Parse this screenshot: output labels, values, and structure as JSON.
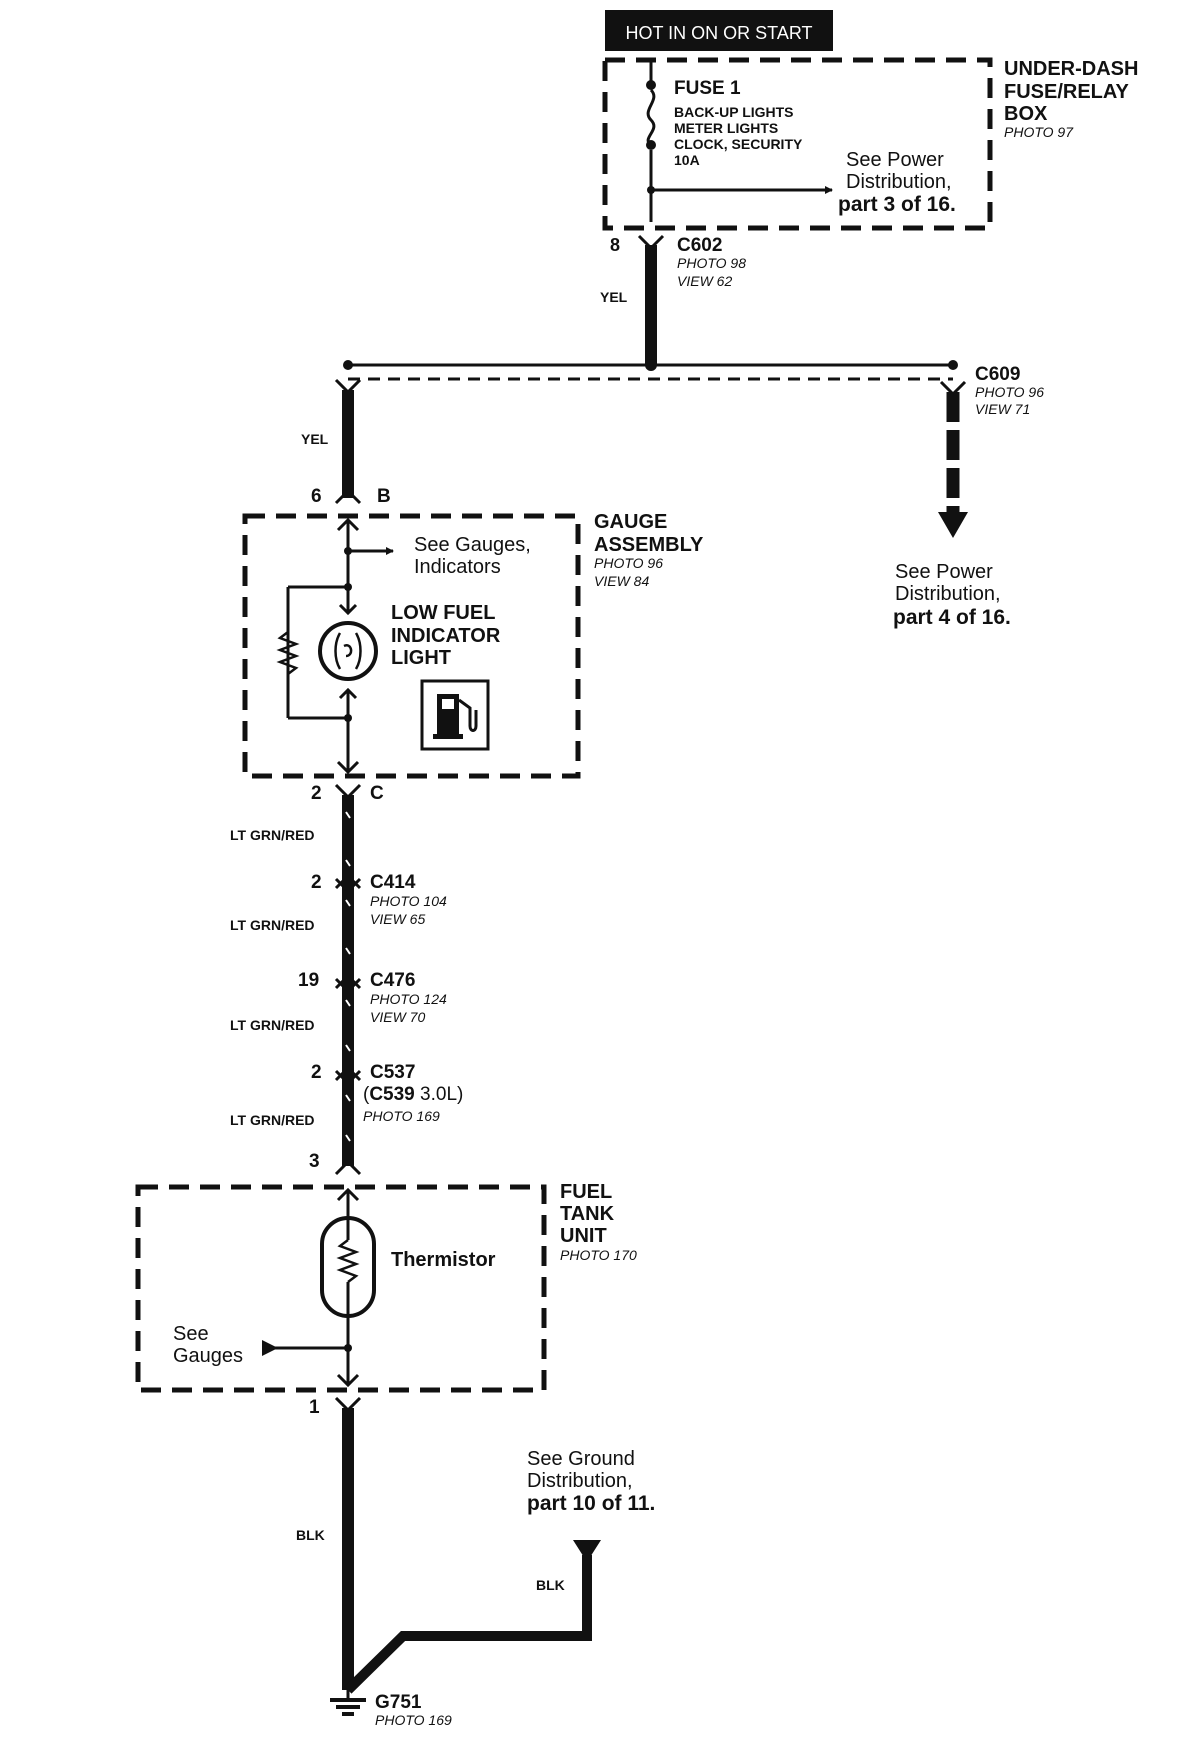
{
  "header": {
    "label": "HOT IN ON OR START"
  },
  "fuse_box": {
    "title": [
      "UNDER-DASH",
      "FUSE/RELAY",
      "BOX"
    ],
    "photo": "PHOTO 97",
    "fuse": {
      "name": "FUSE 1",
      "lines": [
        "BACK-UP LIGHTS",
        "METER LIGHTS",
        "CLOCK, SECURITY",
        "10A"
      ]
    },
    "see_ref": [
      "See Power",
      "Distribution,",
      "part 3 of 16."
    ]
  },
  "connectors": {
    "c602": {
      "pin": "8",
      "name": "C602",
      "photo": "PHOTO 98",
      "view": "VIEW 62"
    },
    "c609": {
      "name": "C609",
      "photo": "PHOTO 96",
      "view": "VIEW 71"
    },
    "c414": {
      "pin": "2",
      "name": "C414",
      "photo": "PHOTO 104",
      "view": "VIEW 65"
    },
    "c476": {
      "pin": "19",
      "name": "C476",
      "photo": "PHOTO 124",
      "view": "VIEW 70"
    },
    "c537": {
      "pin": "2",
      "name": "C537",
      "alt_prefix": "(",
      "alt_name": "C539",
      "alt_suffix": " 3.0L)",
      "photo": "PHOTO 169"
    }
  },
  "wires": {
    "yel_1": "YEL",
    "yel_2": "YEL",
    "ltgrn_1": "LT GRN/RED",
    "ltgrn_2": "LT GRN/RED",
    "ltgrn_3": "LT GRN/RED",
    "ltgrn_4": "LT GRN/RED",
    "blk_1": "BLK",
    "blk_2": "BLK"
  },
  "power_ref_4": [
    "See Power",
    "Distribution,",
    "part 4 of 16."
  ],
  "gauge_assembly": {
    "title": [
      "GAUGE",
      "ASSEMBLY"
    ],
    "photo": "PHOTO 96",
    "view": "VIEW 84",
    "pin_top_num": "6",
    "pin_top_letter": "B",
    "pin_bottom_num": "2",
    "pin_bottom_letter": "C",
    "see_ref": [
      "See Gauges,",
      "Indicators"
    ],
    "light_label": [
      "LOW FUEL",
      "INDICATOR",
      "LIGHT"
    ],
    "icon": "fuel-pump-icon"
  },
  "fuel_tank_unit": {
    "title": [
      "FUEL",
      "TANK",
      "UNIT"
    ],
    "photo": "PHOTO 170",
    "pin_top": "3",
    "pin_bottom": "1",
    "component": "Thermistor",
    "see_ref": [
      "See",
      "Gauges"
    ]
  },
  "ground_ref": [
    "See Ground",
    "Distribution,",
    "part 10 of 11."
  ],
  "ground": {
    "name": "G751",
    "photo": "PHOTO 169",
    "icon": "ground-icon"
  }
}
